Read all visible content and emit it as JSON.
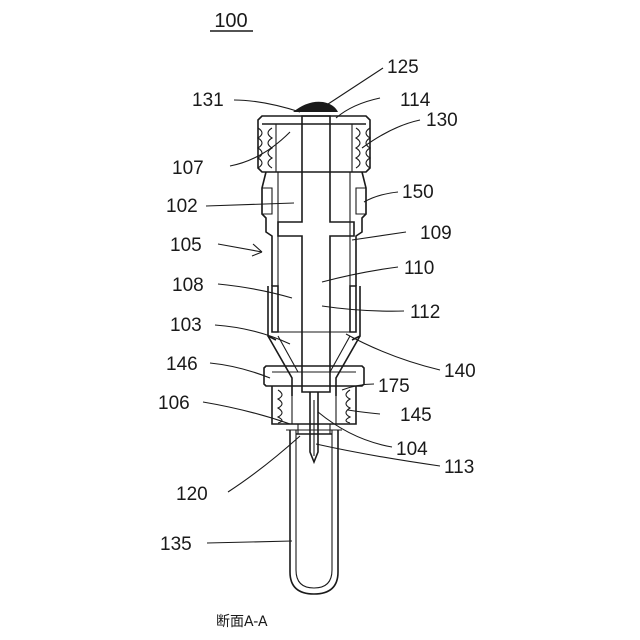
{
  "figure": {
    "title": "100",
    "caption": "断面A-A",
    "labels": {
      "l125": "125",
      "l131": "131",
      "l114": "114",
      "l130": "130",
      "l107": "107",
      "l150": "150",
      "l102": "102",
      "l109": "109",
      "l105": "105",
      "l110": "110",
      "l108": "108",
      "l112": "112",
      "l103": "103",
      "l140": "140",
      "l146": "146",
      "l175": "175",
      "l106": "106",
      "l145": "145",
      "l104": "104",
      "l113": "113",
      "l120": "120",
      "l135": "135"
    }
  }
}
